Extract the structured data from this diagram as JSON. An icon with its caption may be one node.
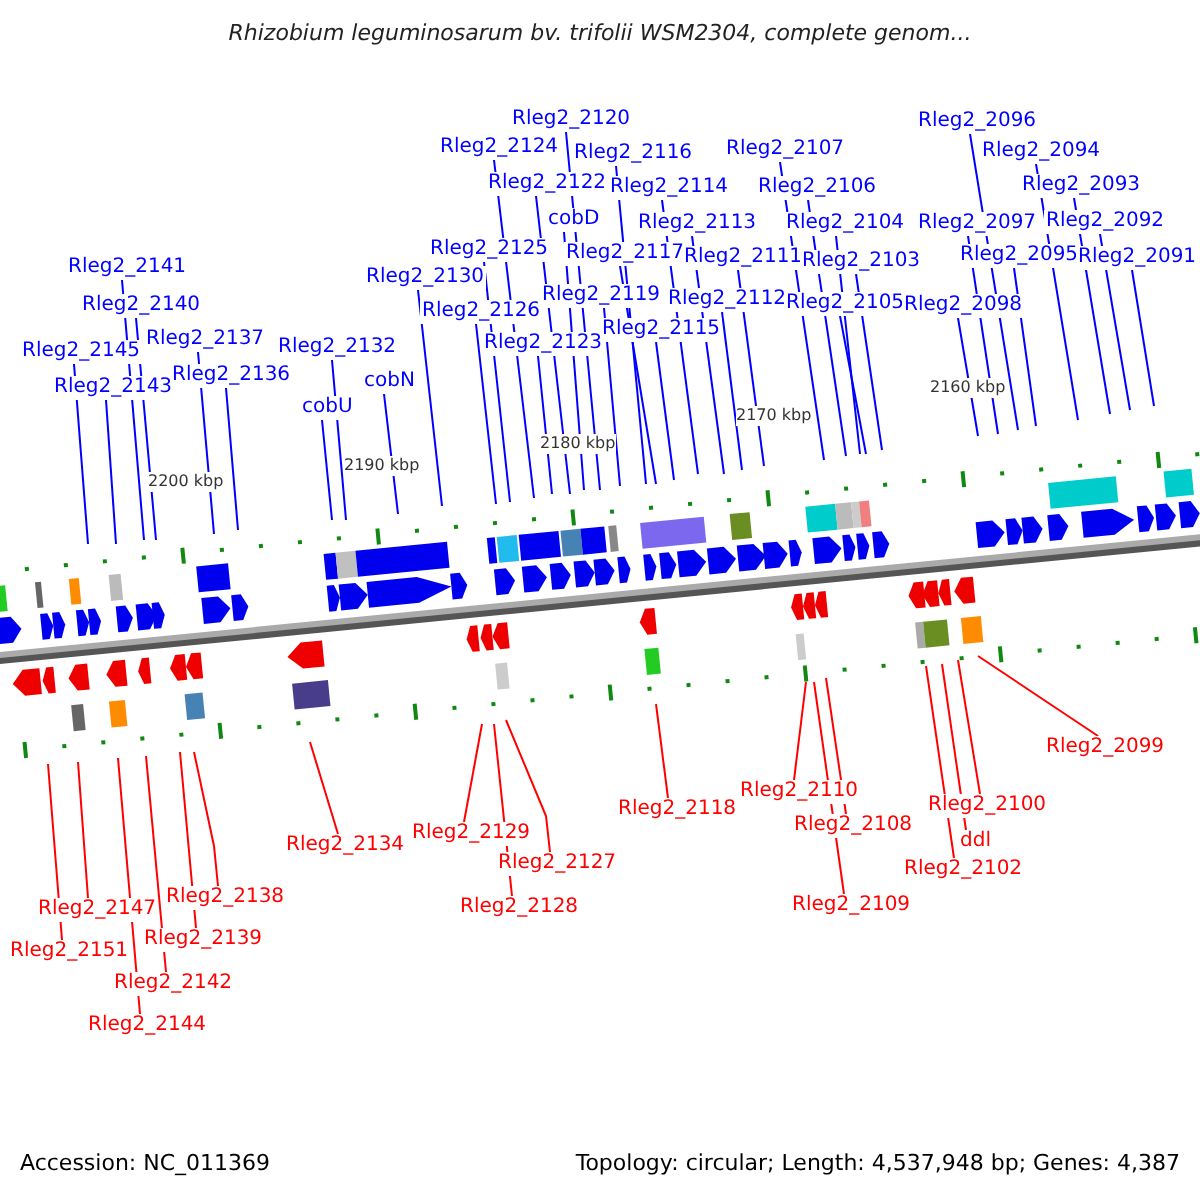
{
  "diagram": {
    "title": "Rhizobium leguminosarum bv. trifolii WSM2304, complete genom...",
    "nodes": [
      {
        "text": [
          "Rleg2_2120"
        ]
      },
      {
        "text": [
          "Rleg2_2124"
        ]
      },
      {
        "text": [
          "Rleg2_2116"
        ]
      },
      {
        "text": [
          "Rleg2_2122"
        ]
      },
      {
        "text": [
          "Rleg2_2107"
        ]
      },
      {
        "text": [
          "Rleg2_2096"
        ]
      },
      {
        "text": [
          "Rleg2_2094"
        ]
      },
      {
        "text": [
          "Rleg2_2106"
        ]
      },
      {
        "text": [
          "Rleg2_2114"
        ]
      },
      {
        "text": [
          "Rleg2_2093"
        ]
      },
      {
        "text": [
          "cobD"
        ]
      },
      {
        "text": [
          "Rleg2_2113"
        ]
      },
      {
        "text": [
          "Rleg2_2104"
        ]
      },
      {
        "text": [
          "Rleg2_2097"
        ]
      },
      {
        "text": [
          "Rleg2_2092"
        ]
      },
      {
        "text": [
          "Rleg2_2125"
        ]
      },
      {
        "text": [
          "Rleg2_2117"
        ]
      },
      {
        "text": [
          "Rleg2_2111"
        ]
      },
      {
        "text": [
          "Rleg2_2103"
        ]
      },
      {
        "text": [
          "Rleg2_2095"
        ]
      },
      {
        "text": [
          "Rleg2_2091"
        ]
      },
      {
        "text": [
          "Rleg2_2141"
        ]
      },
      {
        "text": [
          "Rleg2_2130"
        ]
      },
      {
        "text": [
          "Rleg2_2119"
        ]
      },
      {
        "text": [
          "Rleg2_2112"
        ]
      },
      {
        "text": [
          "Rleg2_2105"
        ]
      },
      {
        "text": [
          "Rleg2_2098"
        ]
      },
      {
        "text": [
          "Rleg2_2140"
        ]
      },
      {
        "text": [
          "Rleg2_2126"
        ]
      },
      {
        "text": [
          "Rleg2_2115"
        ]
      },
      {
        "text": [
          "Rleg2_2137"
        ]
      },
      {
        "text": [
          "Rleg2_2132"
        ]
      },
      {
        "text": [
          "Rleg2_2145"
        ]
      },
      {
        "text": [
          "Rleg2_2123"
        ]
      },
      {
        "text": [
          "Rleg2_2136"
        ]
      },
      {
        "text": [
          "Rleg2_2143"
        ]
      },
      {
        "text": [
          "cobN"
        ]
      },
      {
        "text": [
          "cobU"
        ]
      },
      {
        "text": [
          "Rleg2_2099"
        ]
      },
      {
        "text": [
          "Rleg2_2110"
        ]
      },
      {
        "text": [
          "Rleg2_2100"
        ]
      },
      {
        "text": [
          "Rleg2_2134"
        ]
      },
      {
        "text": [
          "Rleg2_2129"
        ]
      },
      {
        "text": [
          "Rleg2_2118"
        ]
      },
      {
        "text": [
          "Rleg2_2108"
        ]
      },
      {
        "text": [
          "ddl"
        ]
      },
      {
        "text": [
          "Rleg2_2127"
        ]
      },
      {
        "text": [
          "Rleg2_2102"
        ]
      },
      {
        "text": [
          "Rleg2_2138"
        ]
      },
      {
        "text": [
          "Rleg2_2128"
        ]
      },
      {
        "text": [
          "Rleg2_2147"
        ]
      },
      {
        "text": [
          "Rleg2_2109"
        ]
      },
      {
        "text": [
          "Rleg2_2139"
        ]
      },
      {
        "text": [
          "Rleg2_2151"
        ]
      },
      {
        "text": [
          "Rleg2_2142"
        ]
      },
      {
        "text": [
          "Rleg2_2144"
        ]
      }
    ],
    "edges": [
      {
        "from": 0,
        "to": null,
        "arrow": "none"
      },
      {
        "from": 1,
        "to": null,
        "arrow": "none"
      },
      {
        "from": 2,
        "to": null,
        "arrow": "none"
      },
      {
        "from": 3,
        "to": null,
        "arrow": "none"
      },
      {
        "from": 4,
        "to": null,
        "arrow": "none"
      },
      {
        "from": 5,
        "to": null,
        "arrow": "none"
      },
      {
        "from": 6,
        "to": null,
        "arrow": "none"
      },
      {
        "from": 7,
        "to": null,
        "arrow": "none"
      },
      {
        "from": 8,
        "to": null,
        "arrow": "none"
      },
      {
        "from": 9,
        "to": null,
        "arrow": "none"
      },
      {
        "from": 10,
        "to": null,
        "arrow": "none"
      },
      {
        "from": 11,
        "to": null,
        "arrow": "none"
      },
      {
        "from": 12,
        "to": null,
        "arrow": "none"
      },
      {
        "from": 13,
        "to": null,
        "arrow": "none"
      },
      {
        "from": 14,
        "to": null,
        "arrow": "none"
      },
      {
        "from": 15,
        "to": null,
        "arrow": "none"
      },
      {
        "from": 16,
        "to": null,
        "arrow": "none"
      },
      {
        "from": 17,
        "to": null,
        "arrow": "none"
      },
      {
        "from": 18,
        "to": null,
        "arrow": "none"
      },
      {
        "from": 19,
        "to": null,
        "arrow": "none"
      },
      {
        "from": 20,
        "to": null,
        "arrow": "none"
      },
      {
        "from": 21,
        "to": null,
        "arrow": "none"
      },
      {
        "from": 22,
        "to": null,
        "arrow": "none"
      },
      {
        "from": 23,
        "to": null,
        "arrow": "none"
      },
      {
        "from": 24,
        "to": null,
        "arrow": "none"
      },
      {
        "from": 25,
        "to": null,
        "arrow": "none"
      },
      {
        "from": 26,
        "to": null,
        "arrow": "none"
      },
      {
        "from": 27,
        "to": null,
        "arrow": "none"
      },
      {
        "from": 28,
        "to": null,
        "arrow": "none"
      },
      {
        "from": 29,
        "to": null,
        "arrow": "none"
      },
      {
        "from": 30,
        "to": null,
        "arrow": "none"
      },
      {
        "from": 31,
        "to": null,
        "arrow": "none"
      },
      {
        "from": 32,
        "to": null,
        "arrow": "none"
      },
      {
        "from": 33,
        "to": null,
        "arrow": "none"
      },
      {
        "from": 34,
        "to": null,
        "arrow": "none"
      },
      {
        "from": 35,
        "to": null,
        "arrow": "none"
      },
      {
        "from": 36,
        "to": null,
        "arrow": "none"
      },
      {
        "from": 37,
        "to": null,
        "arrow": "none"
      },
      {
        "from": 38,
        "to": null,
        "arrow": "none",
        "color": "#ff0000"
      },
      {
        "from": 39,
        "to": null,
        "arrow": "none",
        "color": "#ff0000"
      },
      {
        "from": 40,
        "to": null,
        "arrow": "none",
        "color": "#ff0000"
      },
      {
        "from": 41,
        "to": null,
        "arrow": "none",
        "color": "#ff0000"
      },
      {
        "from": 42,
        "to": null,
        "arrow": "none",
        "color": "#ff0000"
      },
      {
        "from": 43,
        "to": null,
        "arrow": "none",
        "color": "#ff0000"
      },
      {
        "from": 44,
        "to": null,
        "arrow": "none",
        "color": "#ff0000"
      },
      {
        "from": 45,
        "to": null,
        "arrow": "none",
        "color": "#ff0000"
      },
      {
        "from": 46,
        "to": null,
        "arrow": "none",
        "color": "#ff0000"
      },
      {
        "from": 47,
        "to": null,
        "arrow": "none",
        "color": "#ff0000"
      },
      {
        "from": 48,
        "to": null,
        "arrow": "none",
        "color": "#ff0000"
      },
      {
        "from": 49,
        "to": null,
        "arrow": "none",
        "color": "#ff0000"
      },
      {
        "from": 50,
        "to": null,
        "arrow": "none",
        "color": "#ff0000"
      },
      {
        "from": 51,
        "to": null,
        "arrow": "none",
        "color": "#ff0000"
      },
      {
        "from": 52,
        "to": null,
        "arrow": "none",
        "color": "#ff0000"
      },
      {
        "from": 53,
        "to": null,
        "arrow": "none",
        "color": "#ff0000"
      },
      {
        "from": 54,
        "to": null,
        "arrow": "none",
        "color": "#ff0000"
      },
      {
        "from": 55,
        "to": null,
        "arrow": "none",
        "color": "#ff0000"
      }
    ],
    "labels": [
      "2200 kbp",
      "2190 kbp",
      "2180 kbp",
      "2170 kbp",
      "2160 kbp",
      "Accession: NC_011369",
      "Topology: circular; Length: 4,537,948 bp; Genes: 4,387"
    ]
  }
}
